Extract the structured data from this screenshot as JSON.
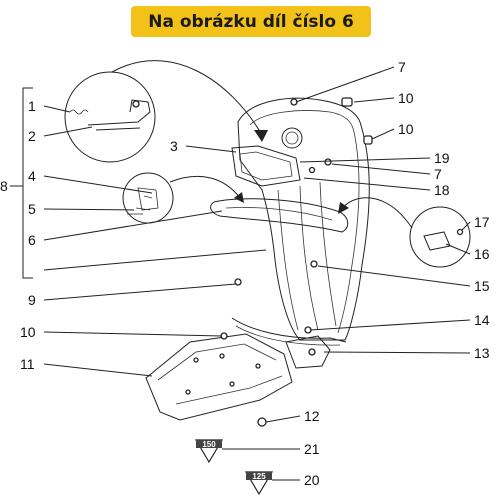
{
  "banner": {
    "text": "Na obrázku díl číslo 6",
    "color": "#f2c218"
  },
  "callouts": [
    {
      "id": "c1",
      "text": "1"
    },
    {
      "id": "c2",
      "text": "2"
    },
    {
      "id": "c3",
      "text": "3"
    },
    {
      "id": "c4",
      "text": "4"
    },
    {
      "id": "c5",
      "text": "5"
    },
    {
      "id": "c6",
      "text": "6"
    },
    {
      "id": "c7a",
      "text": "7"
    },
    {
      "id": "c7b",
      "text": "7"
    },
    {
      "id": "c8",
      "text": "8"
    },
    {
      "id": "c9",
      "text": "9"
    },
    {
      "id": "c10a",
      "text": "10"
    },
    {
      "id": "c10b",
      "text": "10"
    },
    {
      "id": "c10c",
      "text": "10"
    },
    {
      "id": "c11",
      "text": "11"
    },
    {
      "id": "c12",
      "text": "12"
    },
    {
      "id": "c13",
      "text": "13"
    },
    {
      "id": "c14",
      "text": "14"
    },
    {
      "id": "c15",
      "text": "15"
    },
    {
      "id": "c16",
      "text": "16"
    },
    {
      "id": "c17",
      "text": "17"
    },
    {
      "id": "c18",
      "text": "18"
    },
    {
      "id": "c19",
      "text": "19"
    },
    {
      "id": "c20",
      "text": "20"
    },
    {
      "id": "c21",
      "text": "21"
    }
  ],
  "stamps": [
    {
      "id": "s150",
      "text": "150"
    },
    {
      "id": "s125",
      "text": "125"
    }
  ]
}
